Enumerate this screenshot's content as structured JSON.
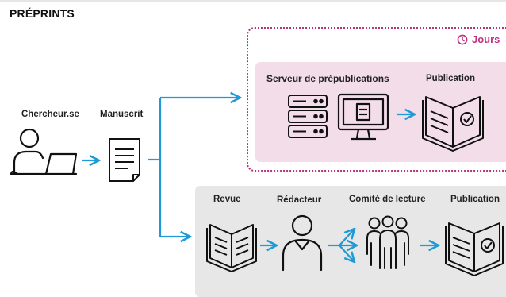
{
  "title": "PRÉPRINTS",
  "left": {
    "researcher_label": "Chercheur.se",
    "manuscript_label": "Manuscrit"
  },
  "preprint_path": {
    "badge": "Jours",
    "server_label": "Serveur de prépublications",
    "publication_label": "Publication"
  },
  "journal_path": {
    "journal_label": "Revue",
    "editor_label": "Rédacteur",
    "committee_label": "Comité de lecture",
    "publication_label": "Publication"
  },
  "colors": {
    "arrow": "#1f9ad6",
    "pink_border": "#b8347a",
    "pink_fill": "#f3dde9",
    "grey_fill": "#e7e7e7"
  }
}
